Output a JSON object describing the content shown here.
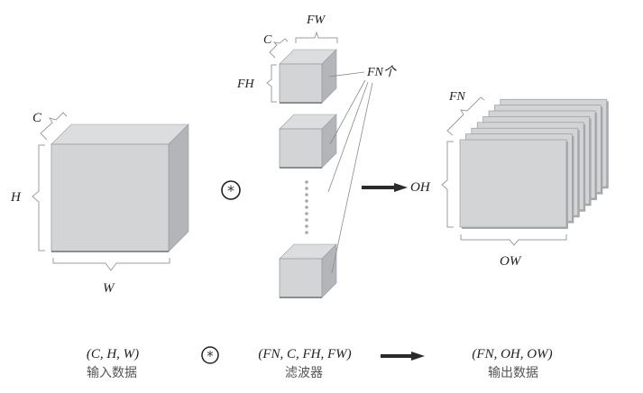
{
  "input": {
    "labels": {
      "c": "C",
      "h": "H",
      "w": "W"
    },
    "shape": "(C, H, W)",
    "caption": "输入数据"
  },
  "operator": {
    "symbol": "convolution-operator",
    "glyph": "*"
  },
  "filter": {
    "labels": {
      "c": "C",
      "fh": "FH",
      "fw": "FW",
      "count": "FN个"
    },
    "shape": "(FN, C, FH, FW)",
    "caption": "滤波器",
    "visible_cubes": 3,
    "ellipsis_dots": 9
  },
  "output": {
    "labels": {
      "fn": "FN",
      "oh": "OH",
      "ow": "OW"
    },
    "shape": "(FN, OH, OW)",
    "caption": "输出数据",
    "plates": 8
  },
  "colors": {
    "face_front": "#d3d4d6",
    "face_top": "#dcdddf",
    "face_side": "#b4b5b8",
    "edge": "#9a9b9e",
    "bracket": "#9e9e9e",
    "arrow": "#2b2b2b",
    "leader": "#8a8a8a"
  }
}
